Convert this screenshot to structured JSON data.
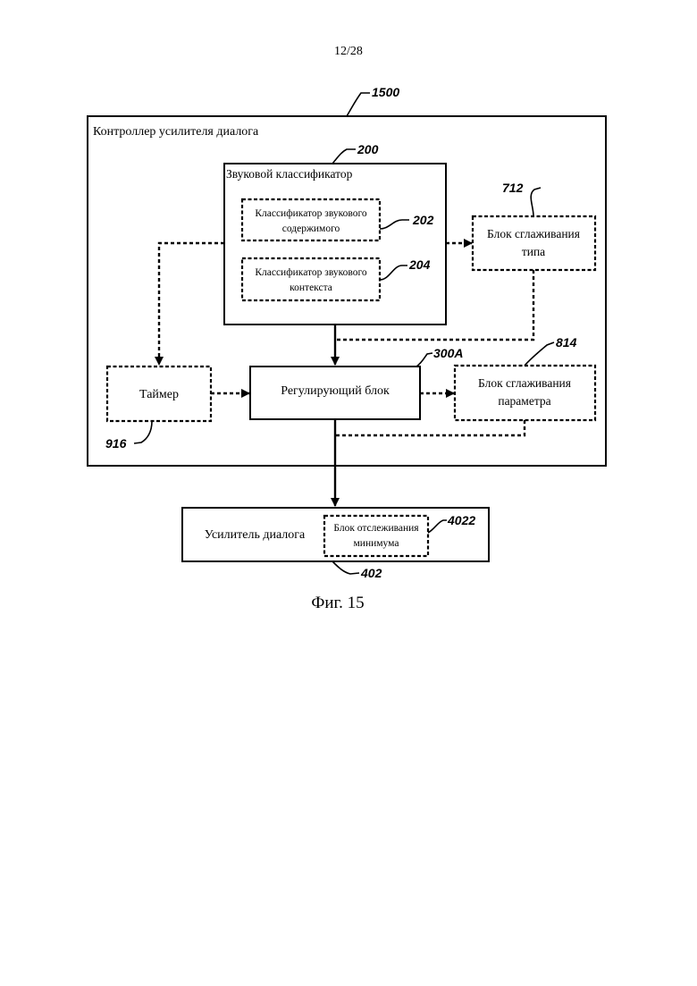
{
  "page_number": "12/28",
  "figure_caption": "Фиг. 15",
  "blocks": {
    "controller": {
      "label": "Контроллер усилителя диалога",
      "ref": "1500"
    },
    "audio_classifier": {
      "label": "Звуковой классификатор",
      "ref": "200"
    },
    "content_classifier": {
      "line1": "Классификатор звукового",
      "line2": "содержимого",
      "ref": "202"
    },
    "context_classifier": {
      "line1": "Классификатор звукового",
      "line2": "контекста",
      "ref": "204"
    },
    "type_smoothing": {
      "line1": "Блок сглаживания",
      "line2": "типа",
      "ref": "712"
    },
    "timer": {
      "label": "Таймер",
      "ref": "916"
    },
    "adjusting_unit": {
      "label": "Регулирующий блок",
      "ref": "300A"
    },
    "parameter_smoothing": {
      "line1": "Блок сглаживания",
      "line2": "параметра",
      "ref": "814"
    },
    "dialog_enhancer": {
      "label": "Усилитель диалога",
      "ref": "402"
    },
    "minimum_tracker": {
      "line1": "Блок отслеживания",
      "line2": "минимума",
      "ref": "4022"
    }
  }
}
